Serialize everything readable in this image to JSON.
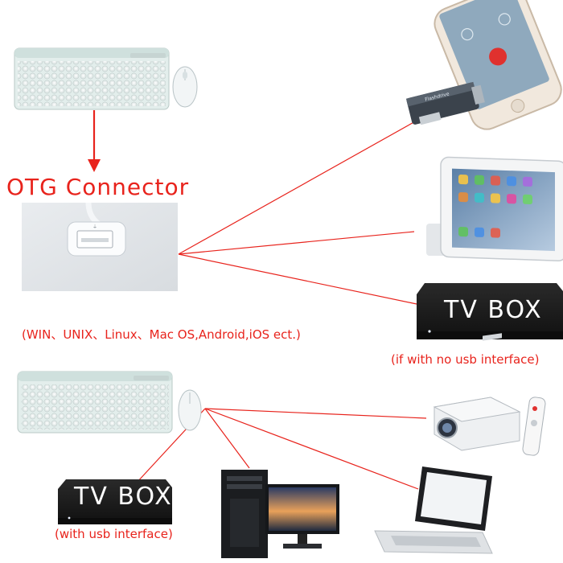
{
  "otg_connector": {
    "title": "OTG Connector"
  },
  "os_list": "(WIN、UNIX、Linux、Mac OS,Android,iOS ect.)",
  "tv_box_top": {
    "label": "TV BOX",
    "caption": "(if with no usb interface)"
  },
  "tv_box_bottom": {
    "label": "TV BOX",
    "caption": "(with usb interface)"
  },
  "flash_drive": {
    "brand": "Flashdrive"
  },
  "colors": {
    "accent_red": "#e8231c",
    "device_dark": "#1c1c1c",
    "keyboard_mint": "#dde9e7"
  },
  "icons": [
    "keyboard-icon",
    "mouse-icon",
    "usb-port-icon",
    "smartphone-icon",
    "tablet-icon",
    "tv-box-icon",
    "projector-icon",
    "remote-icon",
    "desktop-tower-icon",
    "monitor-icon",
    "laptop-icon",
    "flash-drive-icon"
  ]
}
